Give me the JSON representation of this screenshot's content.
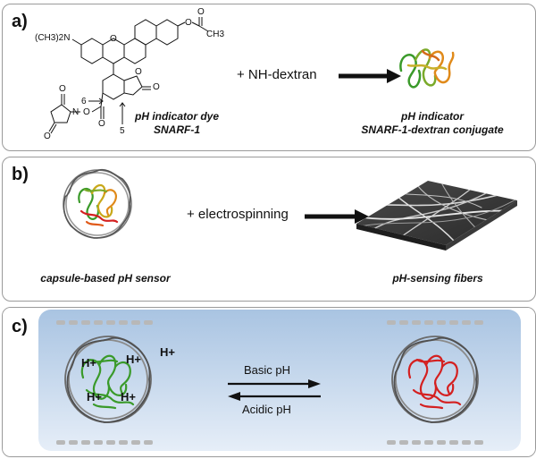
{
  "panel_a": {
    "label": "a)",
    "plus_text": "+ NH-dextran",
    "dye_caption_line1": "pH indicator dye",
    "dye_caption_line2": "SNARF-1",
    "product_caption_line1": "pH indicator",
    "product_caption_line2": "SNARF-1-dextran conjugate",
    "chem_labels": {
      "dimethylamino": "(CH3)2N",
      "acetoxy_o": "O",
      "acetoxy_ch3": "CH3",
      "acetoxy_carbonyl": "O",
      "ring_o": "O",
      "lactone_o": "O",
      "lactone_carbonyl": "O",
      "ester_o": "O",
      "nhs_n": "N",
      "nhs_o1": "O",
      "nhs_o2": "O",
      "nhs_o3": "O",
      "position_6": "6",
      "position_5": "5"
    }
  },
  "panel_b": {
    "label": "b)",
    "plus_text": "+ electrospinning",
    "capsule_caption": "capsule-based pH sensor",
    "fibers_caption": "pH-sensing fibers"
  },
  "panel_c": {
    "label": "c)",
    "h_labels": [
      "H+",
      "H+",
      "H+",
      "H+",
      "H+"
    ],
    "basic_label": "Basic pH",
    "acidic_label": "Acidic pH"
  },
  "colors": {
    "green": "#3a9a2a",
    "orange": "#e08a1a",
    "red": "#d42020",
    "panel_c_bg_top": "#a9c4e2",
    "panel_c_bg_bottom": "#e6eef8",
    "arrow": "#111111"
  }
}
